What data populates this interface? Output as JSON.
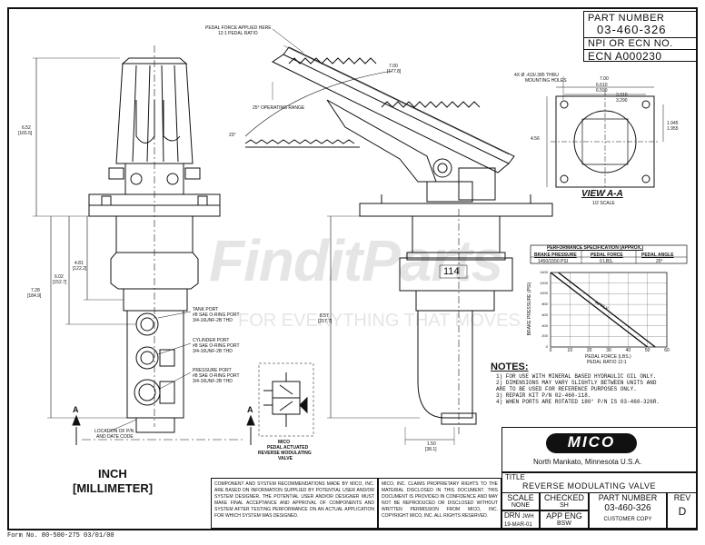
{
  "header": {
    "part_number_label": "PART NUMBER",
    "part_number_value": "03-460-326",
    "npi_ecn_label": "NPI OR ECN NO.",
    "ecn_value": "ECN A000230"
  },
  "watermark": {
    "brand": "FinditParts",
    "tagline": "FOR EVERYTHING THAT MOVES"
  },
  "drawing": {
    "pedal_force_note_1": "PEDAL FORCE APPLIED HERE",
    "pedal_force_note_2": "12:1 PEDAL RATIO",
    "operating_range": "25° OPERATING RANGE",
    "angle_23": "23°",
    "dim_700": "7.00",
    "dim_700_mm": "[177.8]",
    "dim_652": "6.52",
    "dim_652_mm": "[165.5]",
    "dim_481": "4.81",
    "dim_481_mm": "[122.2]",
    "dim_602": "6.02",
    "dim_602_mm": "[152.7]",
    "dim_728": "7.28",
    "dim_728_mm": "[184.9]",
    "dim_857": "8.57",
    "dim_857_mm": "[217.7]",
    "dim_150": "1.50",
    "dim_150_mm": "[38.1]",
    "callout_114": "114",
    "tank_port": [
      "TANK PORT",
      "#8 SAE O-RING PORT",
      "3/4-16UNF-2B THD"
    ],
    "cylinder_port": [
      "CYLINDER PORT",
      "#8 SAE O-RING PORT",
      "3/4-16UNF-2B THD"
    ],
    "pressure_port": [
      "PRESSURE PORT",
      "#8 SAE O-RING PORT",
      "3/4-16UNF-2B THD"
    ],
    "location_pn": [
      "LOCATION OF P/N",
      "AND DATE CODE"
    ],
    "section_a": "A",
    "schematic_caption": [
      "MICO",
      "PEDAL ACTUATED",
      "REVERSE MODULATING",
      "VALVE"
    ],
    "inch_label": "INCH",
    "mm_label": "[MILLIMETER]",
    "form_no": "Form No. 80-500-275  03/01/00"
  },
  "view_a": {
    "mount_holes": [
      "4X Ø .415/.385 THRU",
      "MOUNTING HOLES"
    ],
    "dim_700": "7.00",
    "dim_610": "6.610",
    "dim_590": "6.590",
    "dim_310": "3.310",
    "dim_290": "3.290",
    "dim_456": "4.56",
    "dim_945": "1.945",
    "dim_955": "1.955",
    "title": "VIEW A-A",
    "scale": "1/2 SCALE"
  },
  "performance": {
    "title": "PERFORMANCE SPECIFICATION (APPROX.)",
    "headers": [
      "BRAKE PRESSURE",
      "PEDAL FORCE",
      "PEDAL ANGLE"
    ],
    "row": [
      "1450/1550 PSI",
      "0 LBS.",
      "25°"
    ],
    "ylabel": "BRAKE PRESSURE (PSI)",
    "xlabel": "PEDAL FORCE (LBS.)",
    "xlabel2": "PEDAL RATIO 12:1",
    "apply_label": "APPLY",
    "xticks": [
      "0",
      "10",
      "20",
      "30",
      "40",
      "50",
      "60"
    ],
    "yticks": [
      "0",
      "200",
      "400",
      "600",
      "800",
      "1000",
      "1200",
      "1400"
    ]
  },
  "notes": {
    "title": "NOTES:",
    "items": [
      "1)  FOR USE WITH MINERAL BASED HYDRAULIC OIL ONLY.",
      "2)  DIMENSIONS MAY VARY SLIGHTLY BETWEEN UNITS AND",
      "    ARE TO BE USED FOR REFERENCE PURPOSES ONLY.",
      "3)  REPAIR KIT P/N 02-460-118.",
      "4)  WHEN PORTS ARE ROTATED 180° P/N IS 03-460-326R."
    ]
  },
  "company": {
    "logo": "MICO",
    "address": "North Mankato, Minnesota U.S.A."
  },
  "disclaimer_left": "COMPONENT AND SYSTEM RECOMMENDATIONS MADE BY MICO, INC. ARE BASED ON INFORMATION SUPPLIED BY POTENTIAL USER AND/OR SYSTEM DESIGNER. THE POTENTIAL USER AND/OR DESIGNER MUST MAKE FINAL ACCEPTANCE AND APPROVAL OF COMPONENTS AND SYSTEM AFTER TESTING PERFORMANCE ON AN ACTUAL APPLICATION FOR WHICH SYSTEM WAS DESIGNED.",
  "disclaimer_right": "MICO, INC. CLAIMS PROPRIETARY RIGHTS TO THE MATERIAL DISCLOSED IN THIS DOCUMENT. THIS DOCUMENT IS PROVIDED IN CONFIDENCE AND MAY NOT BE REPRODUCED OR DISCLOSED WITHOUT WRITTEN PERMISSION FROM MICO, INC. COPYRIGHT MICO, INC. ALL RIGHTS RESERVED.",
  "title_block": {
    "title_label": "TITLE",
    "title_value": "REVERSE MODULATING VALVE",
    "scale_label": "SCALE",
    "scale_value": "NONE",
    "checked_label": "CHECKED",
    "checked_value": "SH",
    "part_label": "PART NUMBER",
    "part_value": "03-460-326",
    "rev_label": "REV",
    "rev_value": "D",
    "drn_label": "DRN",
    "drn_value": "JWH",
    "drn_date": "19-MAR-01",
    "app_label": "APP ENG",
    "app_value": "BSW",
    "customer_copy": "CUSTOMER COPY"
  }
}
